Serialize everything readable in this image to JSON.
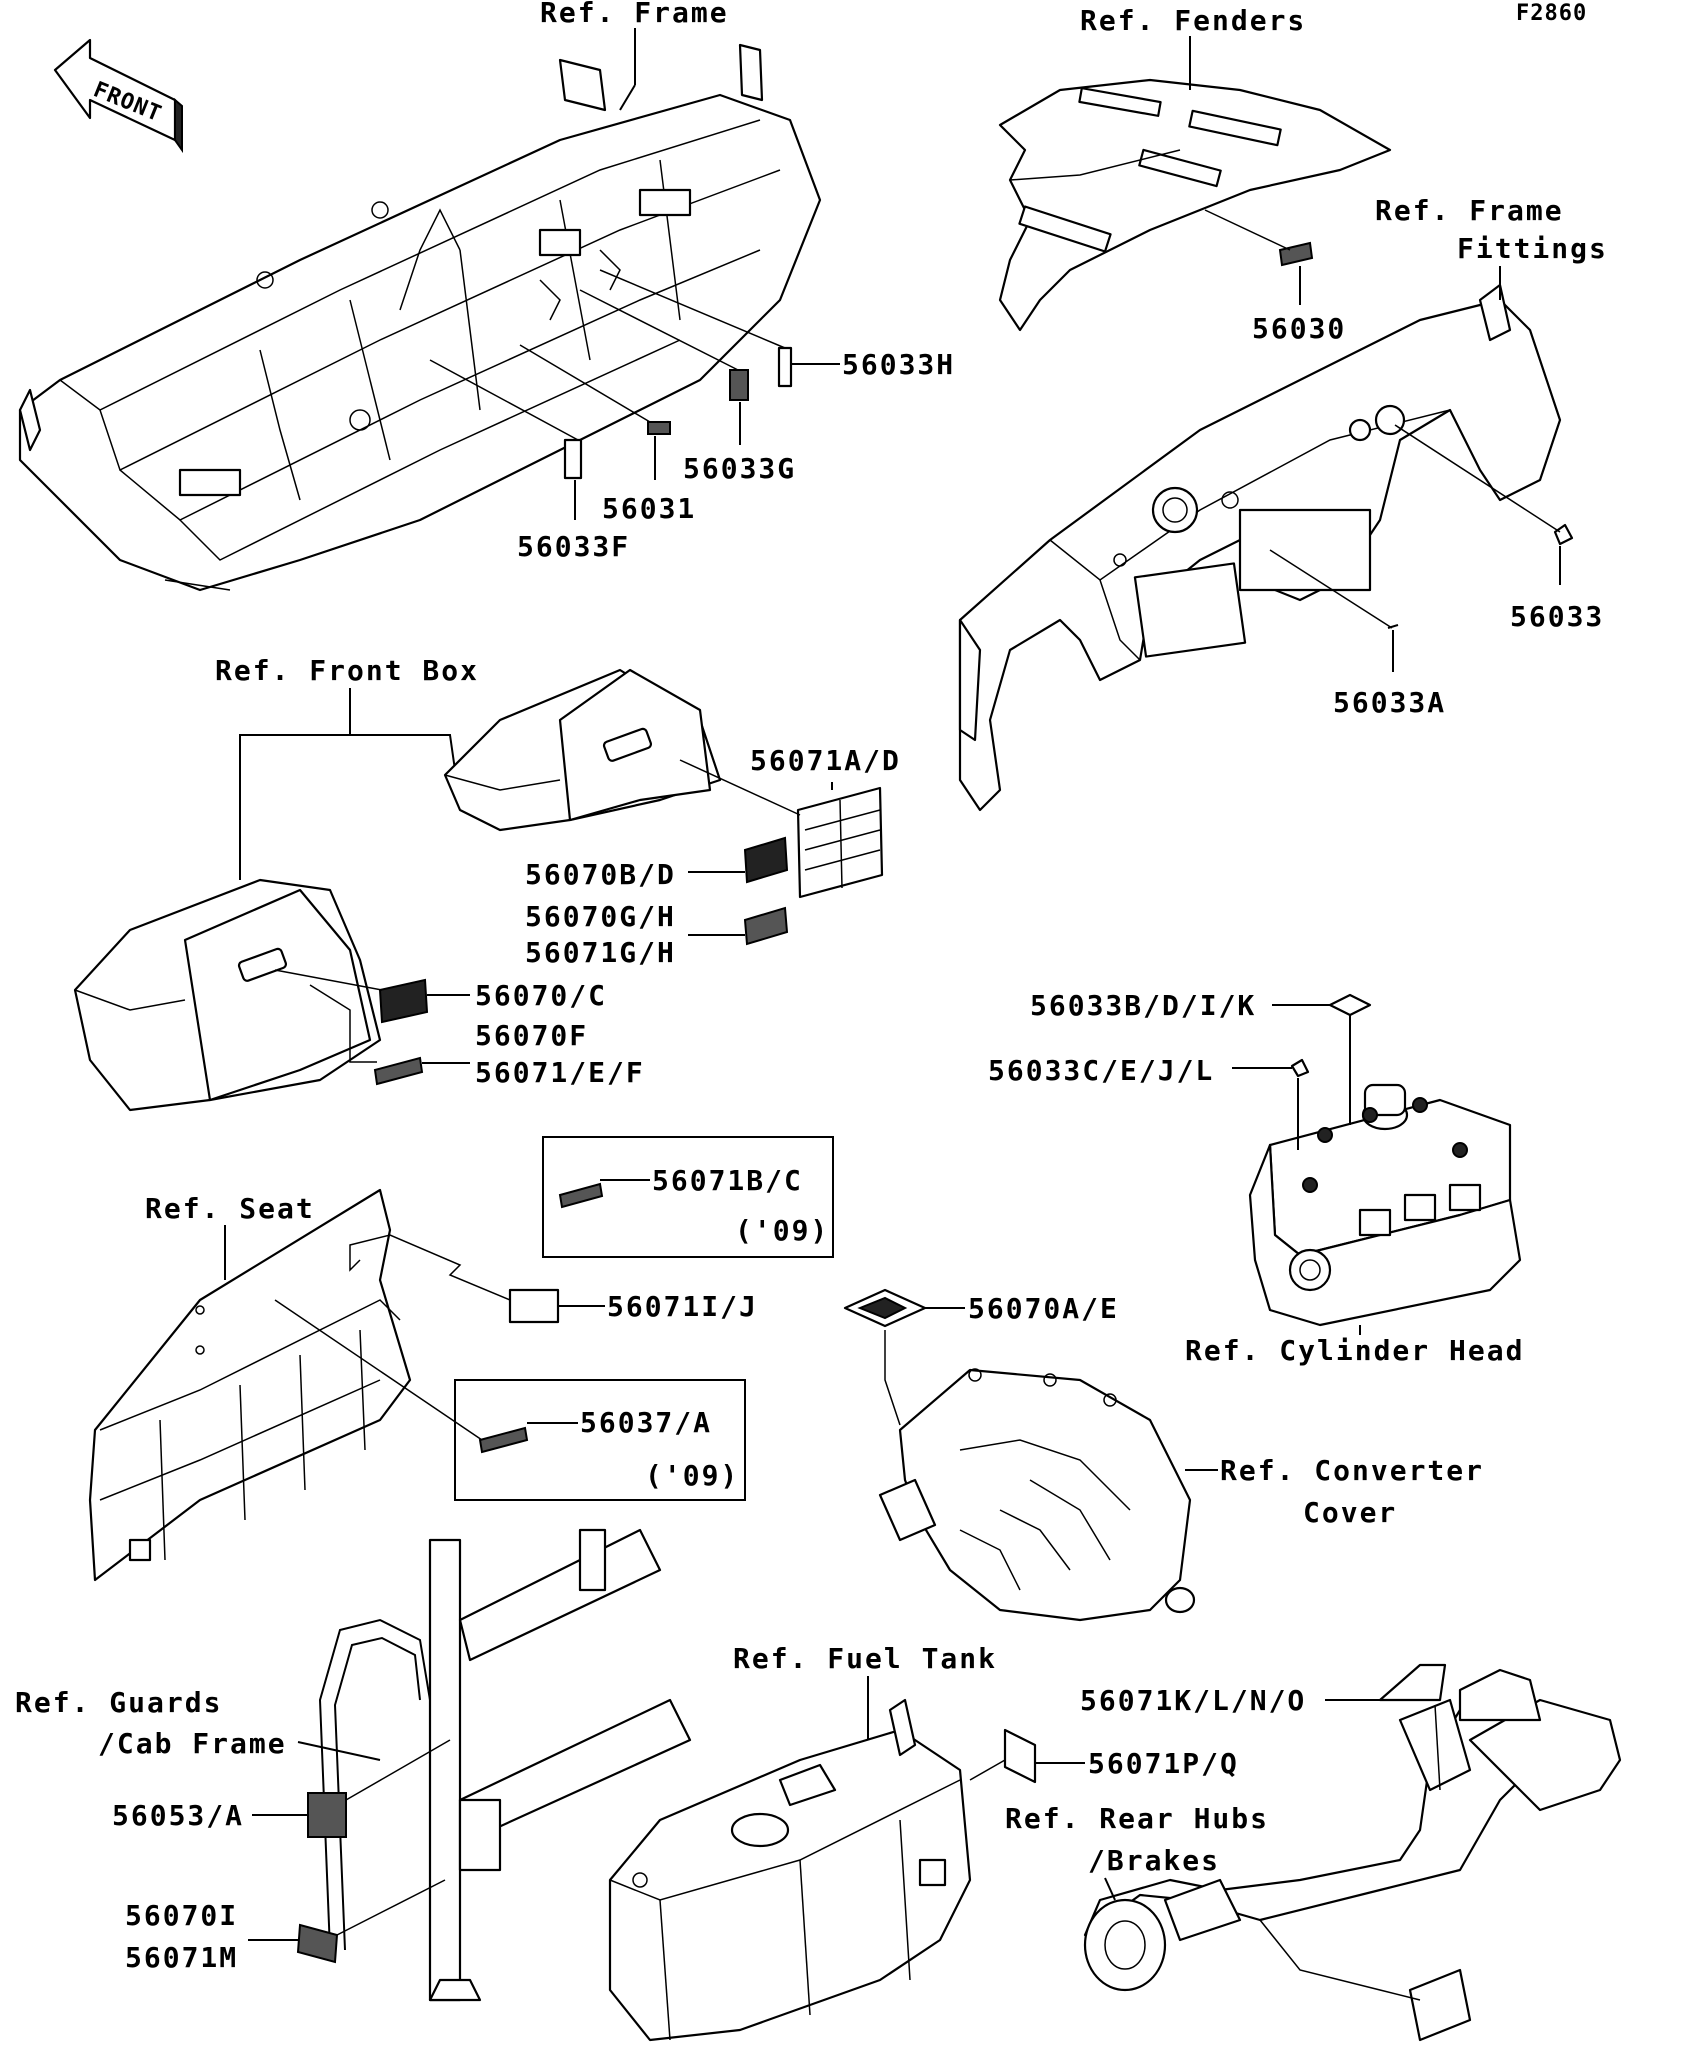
{
  "figure_code": "F2860",
  "front_arrow": {
    "text": "FRONT",
    "icon": "front-arrow-icon"
  },
  "refs": {
    "frame": "Ref. Frame",
    "fenders": "Ref. Fenders",
    "frame_fittings_1": "Ref. Frame",
    "frame_fittings_2": "Fittings",
    "front_box": "Ref. Front Box",
    "seat": "Ref. Seat",
    "cylinder_head": "Ref. Cylinder Head",
    "converter_1": "Ref. Converter",
    "converter_2": "Cover",
    "guards_1": "Ref. Guards",
    "guards_2": "/Cab Frame",
    "fuel_tank": "Ref. Fuel Tank",
    "rear_hubs_1": "Ref. Rear Hubs",
    "rear_hubs_2": "/Brakes"
  },
  "parts": {
    "p56033H": "56033H",
    "p56030": "56030",
    "p56033G": "56033G",
    "p56031": "56031",
    "p56033F": "56033F",
    "p56033": "56033",
    "p56033A": "56033A",
    "p56071AD": "56071A/D",
    "p56070BD": "56070B/D",
    "p56070GH": "56070G/H",
    "p56071GH": "56071G/H",
    "p56070C": "56070/C",
    "p56070F": "56070F",
    "p56071EF": "56071/E/F",
    "p56033BDIK": "56033B/D/I/K",
    "p56033CEJL": "56033C/E/J/L",
    "p56071BC": "56071B/C",
    "yr09a": "('09)",
    "p56071IJ": "56071I/J",
    "p56070AE": "56070A/E",
    "p56037A": "56037/A",
    "yr09b": "('09)",
    "p56071KLNO": "56071K/L/N/O",
    "p56071PQ": "56071P/Q",
    "p56053A": "56053/A",
    "p56070I": "56070I",
    "p56071M": "56071M"
  }
}
